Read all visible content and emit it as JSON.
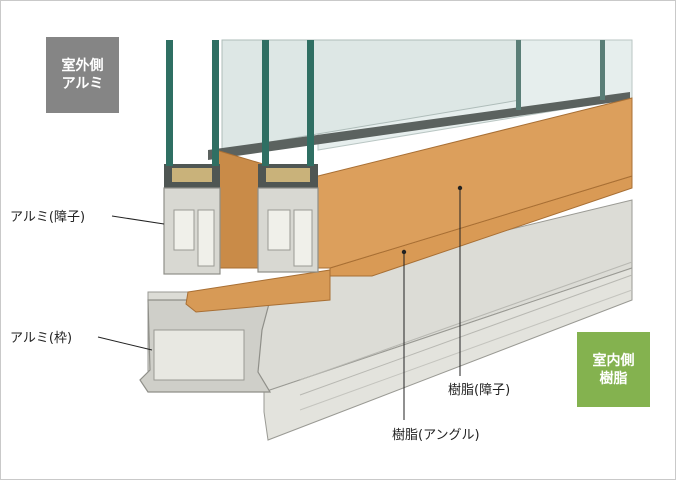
{
  "badges": {
    "outdoor": {
      "line1": "室外側",
      "line2": "アルミ",
      "color": "#858585"
    },
    "indoor": {
      "line1": "室内側",
      "line2": "樹脂",
      "color": "#84b24f"
    }
  },
  "labels": {
    "aluminum_sash": "アルミ(障子)",
    "aluminum_frame": "アルミ(枠)",
    "resin_sash": "樹脂(障子)",
    "resin_angle": "樹脂(アングル)"
  },
  "colors": {
    "resin_wood": "#d99a55",
    "aluminum": "#dcdcd6",
    "glass": "#dfe8e6",
    "glass_edge": "#2f6f63"
  }
}
